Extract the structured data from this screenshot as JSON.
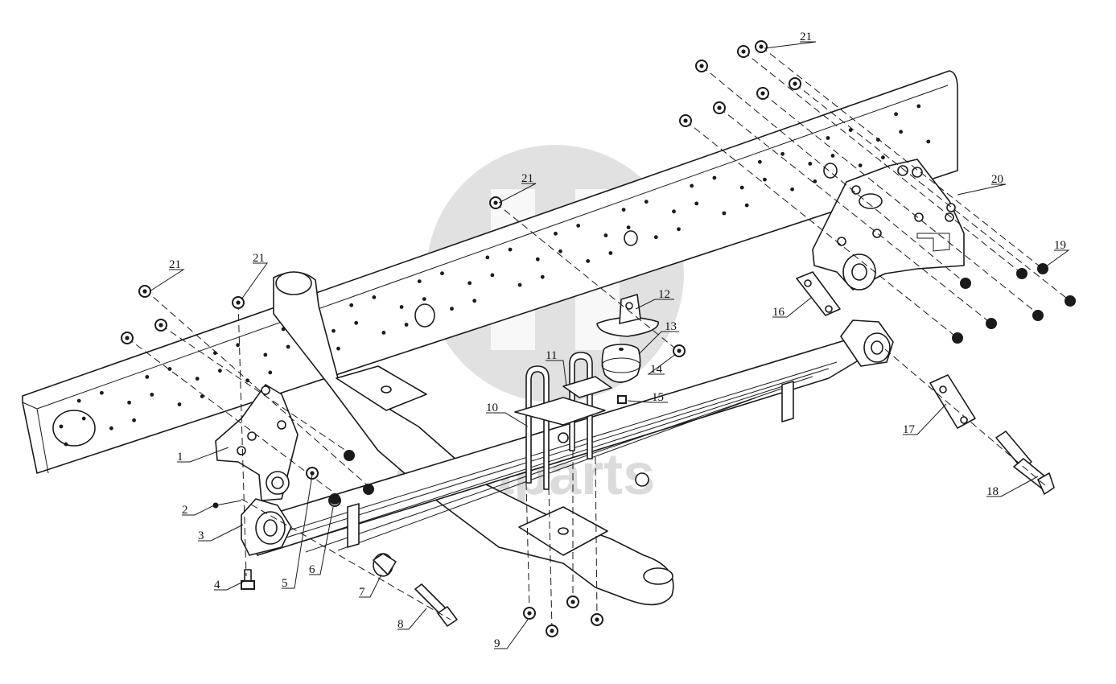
{
  "watermark": {
    "logo_text": "GD",
    "brand_text": "dataparts",
    "color": "#9a9a9a"
  },
  "callouts": [
    {
      "id": "c1",
      "label": "1"
    },
    {
      "id": "c2",
      "label": "2"
    },
    {
      "id": "c3",
      "label": "3"
    },
    {
      "id": "c4",
      "label": "4"
    },
    {
      "id": "c5",
      "label": "5"
    },
    {
      "id": "c6",
      "label": "6"
    },
    {
      "id": "c7",
      "label": "7"
    },
    {
      "id": "c8",
      "label": "8"
    },
    {
      "id": "c9",
      "label": "9"
    },
    {
      "id": "c10",
      "label": "10"
    },
    {
      "id": "c11",
      "label": "11"
    },
    {
      "id": "c12",
      "label": "12"
    },
    {
      "id": "c13",
      "label": "13"
    },
    {
      "id": "c14",
      "label": "14"
    },
    {
      "id": "c15",
      "label": "15"
    },
    {
      "id": "c16",
      "label": "16"
    },
    {
      "id": "c17",
      "label": "17"
    },
    {
      "id": "c18",
      "label": "18"
    },
    {
      "id": "c19",
      "label": "19"
    },
    {
      "id": "c20",
      "label": "20"
    },
    {
      "id": "c21a",
      "label": "21"
    },
    {
      "id": "c21b",
      "label": "21"
    },
    {
      "id": "c21c",
      "label": "21"
    },
    {
      "id": "c21d",
      "label": "21"
    }
  ]
}
